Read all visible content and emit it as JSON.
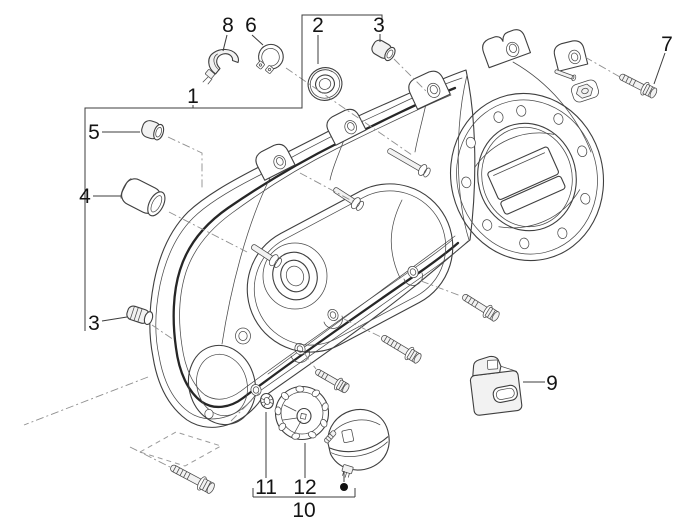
{
  "figure": {
    "kind": "exploded-parts-diagram",
    "subject": "transmission cover assembly",
    "background_color": "#ffffff",
    "line_color": "#3f3f3f",
    "label_color": "#141414"
  },
  "callouts": {
    "c1": {
      "label": "1",
      "part": "transmission-cover-assembly"
    },
    "c2": {
      "label": "2",
      "part": "ball-bearing"
    },
    "c3a": {
      "label": "3",
      "part": "spacer-nut-upper"
    },
    "c3b": {
      "label": "3",
      "part": "spacer-nut-lower"
    },
    "c4": {
      "label": "4",
      "part": "spacer-bushing"
    },
    "c5": {
      "label": "5",
      "part": "nut"
    },
    "c6": {
      "label": "6",
      "part": "circlip"
    },
    "c7": {
      "label": "7",
      "part": "hex-flange-screw"
    },
    "c8": {
      "label": "8",
      "part": "clamp"
    },
    "c9": {
      "label": "9",
      "part": "rubber-buffer-block"
    },
    "c10": {
      "label": "10",
      "part": "cover-kit"
    },
    "c11": {
      "label": "11",
      "part": "washer"
    },
    "c12": {
      "label": "12",
      "part": "ribbed-inspection-cover"
    },
    "bullet": {
      "label": "●",
      "part": "kit-item-marker"
    }
  }
}
